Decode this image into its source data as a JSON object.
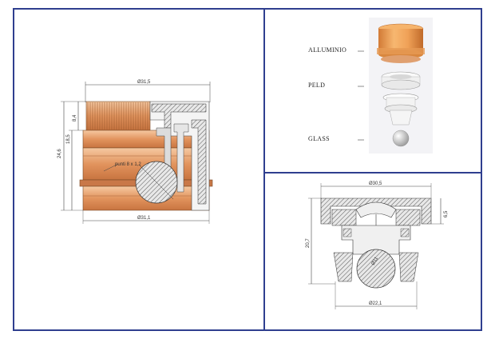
{
  "left_view": {
    "dim_top_diameter": "Ø31,5",
    "dim_bottom_diameter": "Ø31,1",
    "dim_total_height": "24,6",
    "dim_mid_height": "18,5",
    "dim_top_height": "8,4",
    "callout": "punti 8 x 1,2"
  },
  "parts": {
    "label_1": "ALLUMINIO",
    "label_2": "PELD",
    "label_3": "GLASS"
  },
  "bottom_right_view": {
    "dim_top_diameter": "Ø30,5",
    "dim_bottom_diameter": "Ø22,1",
    "dim_total_height": "20,7",
    "dim_top_height": "6,5",
    "ball_diameter": "Ø11"
  },
  "colors": {
    "border": "#2f3f8f",
    "copper": "#e2945e",
    "hatch": "#555555"
  }
}
